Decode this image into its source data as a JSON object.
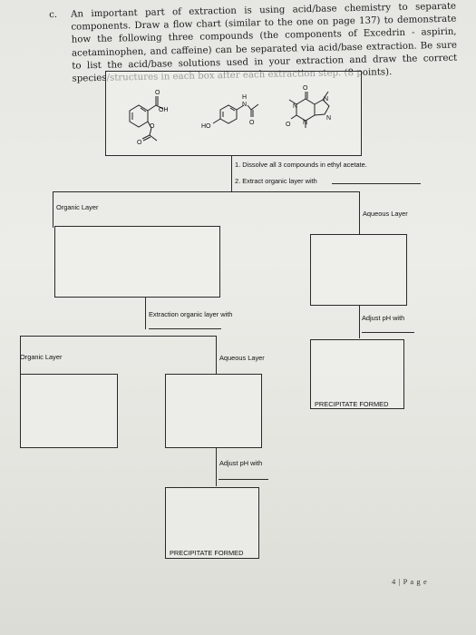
{
  "question": {
    "label": "c.",
    "text": "An important part of extraction is using acid/base chemistry to separate components. Draw a flow chart (similar to the one on page 137) to demonstrate how the following three compounds (the components of Excedrin - aspirin, acetaminophen, and caffeine) can be separated via acid/base extraction. Be sure to list the acid/base solutions used in your extraction and draw the correct species/structures in each box after each extraction step. (8 points)."
  },
  "structures": {
    "aspirin_oh": "OH",
    "acetaminophen_h": "H",
    "acetaminophen_n": "N",
    "acetaminophen_ho": "HO",
    "caffeine_n1": "N",
    "caffeine_n2": "N",
    "caffeine_n3": "N",
    "caffeine_n4": "N",
    "oxygen": "O"
  },
  "steps": {
    "step1": "1. Dissolve all 3 compounds in ethyl acetate.",
    "step2": "2. Extract organic layer with"
  },
  "flow": {
    "organic_layer_1": "Organic Layer",
    "aqueous_layer_1": "Aqueous Layer",
    "extraction_organic": "Extraction organic layer with",
    "adjust_ph_1": "Adjust pH with",
    "organic_layer_2": "Organic Layer",
    "aqueous_layer_2": "Aqueous Layer",
    "precipitate_1": "PRECIPITATE FORMED",
    "adjust_ph_2": "Adjust pH with",
    "precipitate_2": "PRECIPITATE FORMED"
  },
  "footer": {
    "page": "4 | P a g e"
  }
}
